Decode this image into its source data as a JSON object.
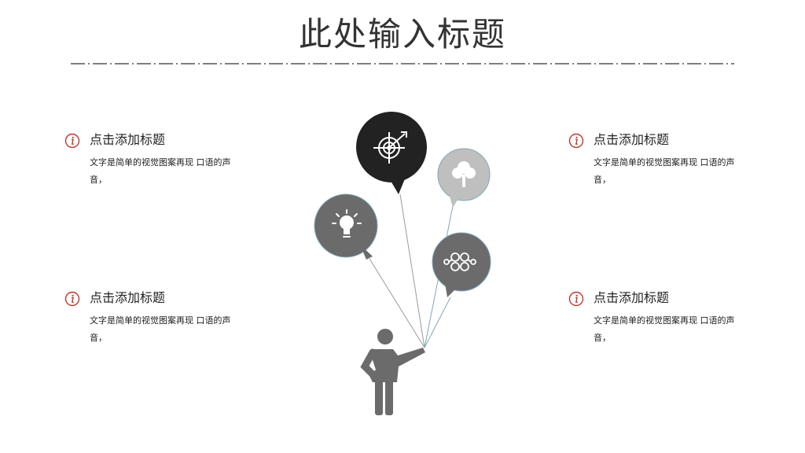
{
  "slide": {
    "title": "此处输入标题"
  },
  "items": [
    {
      "title": "点击添加标题",
      "description": "文字是简单的视觉图案再现 口语的声音，"
    },
    {
      "title": "点击添加标题",
      "description": "文字是简单的视觉图案再现 口语的声音，"
    },
    {
      "title": "点击添加标题",
      "description": "文字是简单的视觉图案再现 口语的声音，"
    },
    {
      "title": "点击添加标题",
      "description": "文字是简单的视觉图案再现 口语的声音，"
    }
  ],
  "icons": {
    "info": "info-circle-icon",
    "balloon_top": "target-arrow-icon",
    "balloon_right": "tree-icon",
    "balloon_left": "lightbulb-icon",
    "balloon_bottom": "network-nodes-icon",
    "figure": "person-holding-balloons-icon"
  },
  "colors": {
    "title": "#333333",
    "accent": "#c0392b",
    "balloon_dark": "#222222",
    "balloon_mid": "#6b6b6b",
    "balloon_light": "#bfbfbf",
    "figure": "#6b6b6b"
  }
}
